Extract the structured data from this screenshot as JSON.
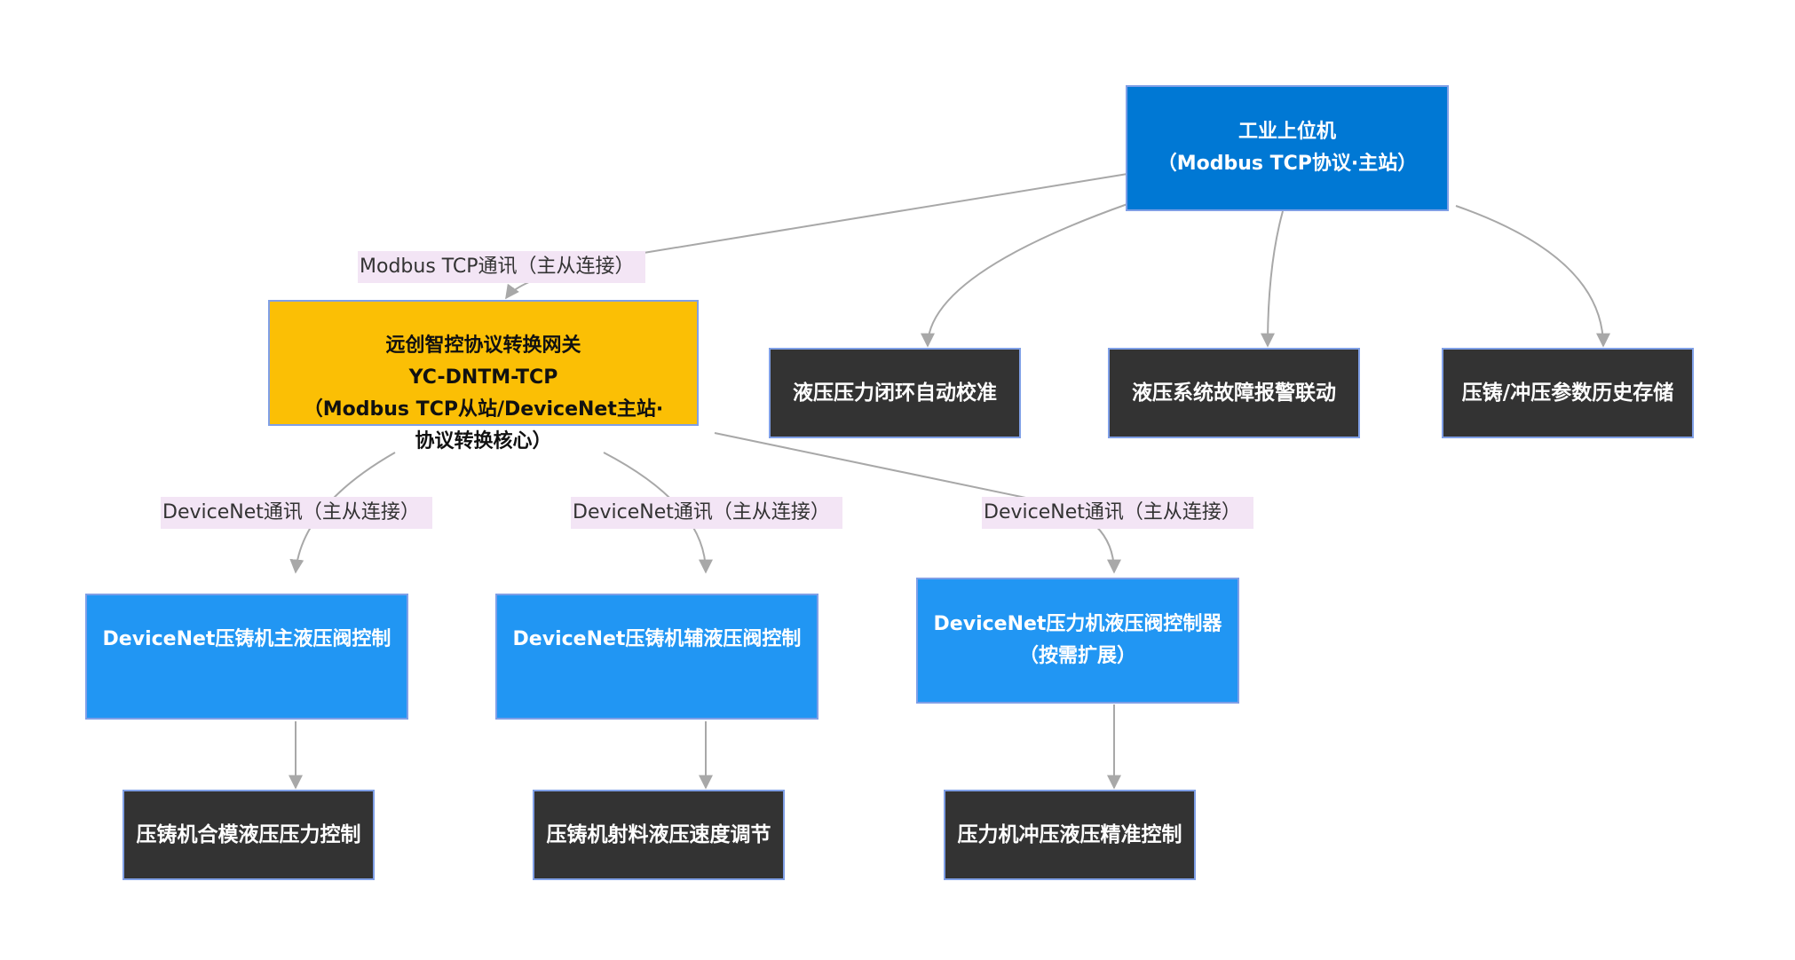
{
  "nodes": {
    "host": {
      "lines": [
        "工业上位机",
        "（Modbus TCP协议·主站）"
      ]
    },
    "gateway": {
      "lines": [
        "远创智控协议转换网关",
        "YC-DNTM-TCP",
        "（Modbus TCP从站/DeviceNet主站·",
        "协议转换核心）"
      ]
    },
    "hydraulic_loop": {
      "lines": [
        "液压压力闭环自动校准"
      ]
    },
    "fault_alarm": {
      "lines": [
        "液压系统故障报警联动"
      ]
    },
    "param_history": {
      "lines": [
        "压铸/冲压参数历史存储"
      ]
    },
    "dc_main_valve": {
      "lines": [
        "DeviceNet压铸机主液压阀控制"
      ]
    },
    "dc_aux_valve": {
      "lines": [
        "DeviceNet压铸机辅液压阀控制"
      ]
    },
    "press_valve": {
      "lines": [
        "DeviceNet压力机液压阀控制器",
        "（按需扩展）"
      ]
    },
    "clamp_pressure": {
      "lines": [
        "压铸机合模液压压力控制"
      ]
    },
    "shot_speed": {
      "lines": [
        "压铸机射料液压速度调节"
      ]
    },
    "stamping_precision": {
      "lines": [
        "压力机冲压液压精准控制"
      ]
    }
  },
  "edge_labels": {
    "modbus": "Modbus TCP通讯（主从连接）",
    "devicenet_1": "DeviceNet通讯（主从连接）",
    "devicenet_2": "DeviceNet通讯（主从连接）",
    "devicenet_3": "DeviceNet通讯（主从连接）"
  },
  "colors": {
    "host": "#0078d4",
    "gateway": "#fbbf05",
    "device": "#2196f3",
    "dark": "#333333",
    "edge": "#a8a8a8",
    "edge_label_bg": "#f3e5f5",
    "node_border": "#7f9fe6"
  }
}
